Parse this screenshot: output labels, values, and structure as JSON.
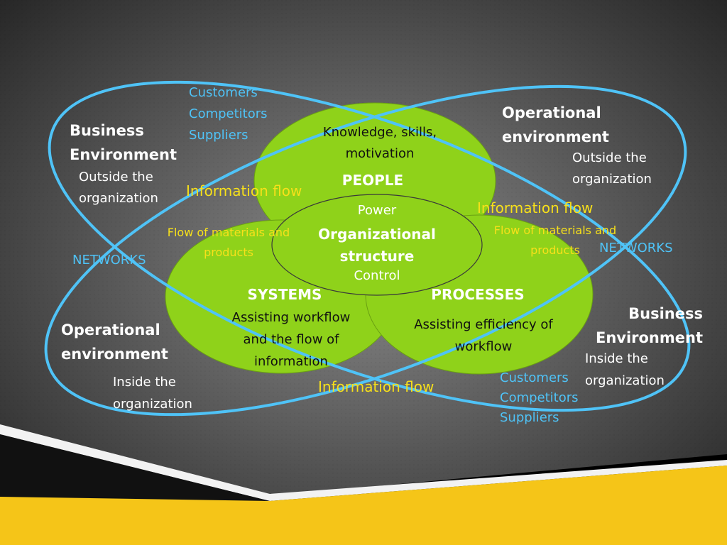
{
  "colors": {
    "background_center": "#8a8a8a",
    "background_edge": "#262626",
    "ellipse_outline": "#4fc3f7",
    "circle_fill": "#8fd21a",
    "label_blue": "#4fc3f7",
    "label_yellow": "#f7e01a",
    "footer_yellow": "#f5c518",
    "footer_black": "#000000"
  },
  "people": {
    "title": "PEOPLE",
    "line1": "Knowledge, skills,",
    "line2": "motivation"
  },
  "systems": {
    "title": "SYSTEMS",
    "line1": "Assisting workflow",
    "line2": "and the flow of",
    "line3": "information"
  },
  "processes": {
    "title": "PROCESSES",
    "line1": "Assisting efficiency of",
    "line2": "workflow"
  },
  "core": {
    "top": "Power",
    "title1": "Organizational",
    "title2": "structure",
    "bottom": "Control"
  },
  "top_left": {
    "stakeholders": [
      "Customers",
      "Competitors",
      "Suppliers"
    ],
    "title1": "Business",
    "title2": "Environment",
    "sub1": "Outside the",
    "sub2": "organization"
  },
  "top_right": {
    "title1": "Operational",
    "title2": "environment",
    "sub1": "Outside the",
    "sub2": "organization"
  },
  "bottom_left": {
    "title1": "Operational",
    "title2": "environment",
    "sub1": "Inside the",
    "sub2": "organization"
  },
  "bottom_right": {
    "title1": "Business",
    "title2": "Environment",
    "sub1": "Inside the",
    "sub2": "organization",
    "stakeholders": [
      "Customers",
      "Competitors",
      "Suppliers"
    ]
  },
  "flows": {
    "info_left": "Information flow",
    "info_right": "Information flow",
    "info_bottom": "Information flow",
    "materials_left1": "Flow of materials and",
    "materials_left2": "products",
    "materials_right1": "Flow of materials and",
    "materials_right2": "products"
  },
  "networks": {
    "left": "NETWORKS",
    "right": "NETWORKS"
  }
}
